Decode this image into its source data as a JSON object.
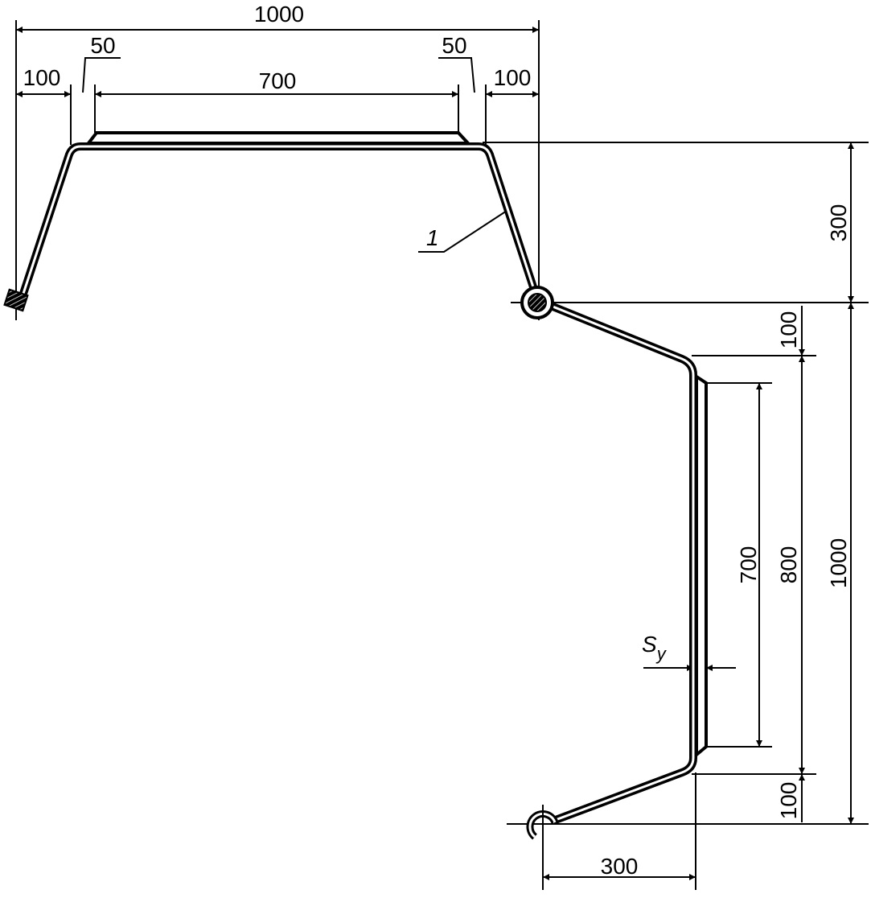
{
  "drawing": {
    "dims": {
      "top_total": "1000",
      "top_left_offset": "100",
      "top_left_chamfer": "50",
      "top_plate_length": "700",
      "top_right_chamfer": "50",
      "top_right_offset": "100",
      "right_height_upper": "300",
      "right_height_total": "1000",
      "side_offset_top": "100",
      "side_bar_length": "800",
      "side_plate_length": "700",
      "side_offset_bottom": "100",
      "bottom_width": "300"
    },
    "thickness_label": "S",
    "thickness_subscript": "y",
    "callout_number": "1"
  }
}
